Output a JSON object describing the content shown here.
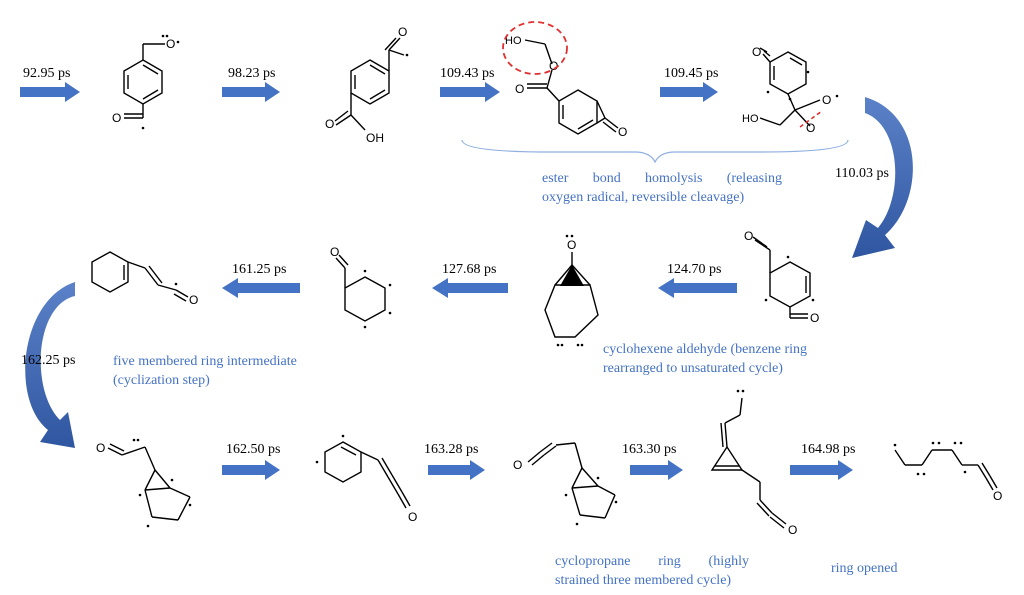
{
  "timesteps": {
    "t1": "92.95 ps",
    "t2": "98.23 ps",
    "t3": "109.43 ps",
    "t4": "109.45 ps",
    "t5": "110.03 ps",
    "t6": "124.70 ps",
    "t7": "127.68 ps",
    "t8": "161.25 ps",
    "t9": "162.25 ps",
    "t10": "162.50 ps",
    "t11": "163.28 ps",
    "t12": "163.30 ps",
    "t13": "164.98 ps"
  },
  "annotations": {
    "ester": {
      "line1": [
        "ester",
        "bond",
        "homolysis",
        "(releasing"
      ],
      "line2": "oxygen radical, reversible cleavage)"
    },
    "cyclohexene": {
      "line1": [
        "cyclohexene aldehyde (benzene ring"
      ],
      "line2": "rearranged to unsaturated cycle)"
    },
    "five_ring": {
      "line1": [
        "five membered ring intermediate"
      ],
      "line2": "(cyclization step)"
    },
    "cyclopropane": {
      "line1": [
        "cyclopropane",
        "ring",
        "(highly"
      ],
      "line2": "strained three membered cycle)"
    },
    "ring_opened": {
      "line1": [
        "ring opened"
      ],
      "line2": ""
    }
  },
  "atom_labels": {
    "O": "O",
    "OH": "OH",
    "HO": "HO"
  },
  "colors": {
    "arrow": "#4472c4",
    "annotation": "#4472c4",
    "highlight": "#e03030",
    "bond": "#000000"
  }
}
